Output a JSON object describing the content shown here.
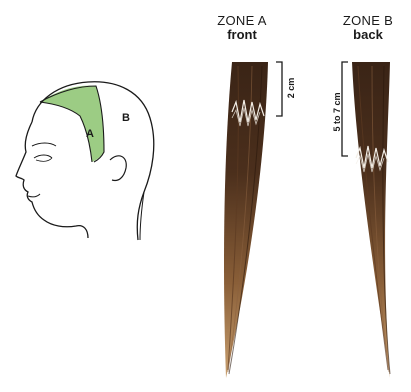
{
  "zones": [
    {
      "id": "A",
      "name": "ZONE A",
      "position": "front",
      "measure": "2 cm"
    },
    {
      "id": "B",
      "name": "ZONE B",
      "position": "back",
      "measure": "5 to 7 cm"
    }
  ],
  "head": {
    "label_a": "A",
    "label_b": "B"
  },
  "colors": {
    "zone_a_fill": "#9ccc84",
    "hair_dark": "#3a2416",
    "hair_mid": "#6b4528",
    "hair_light": "#a9784a",
    "hair_tip": "#c9a070",
    "line": "#1a1a1a"
  }
}
